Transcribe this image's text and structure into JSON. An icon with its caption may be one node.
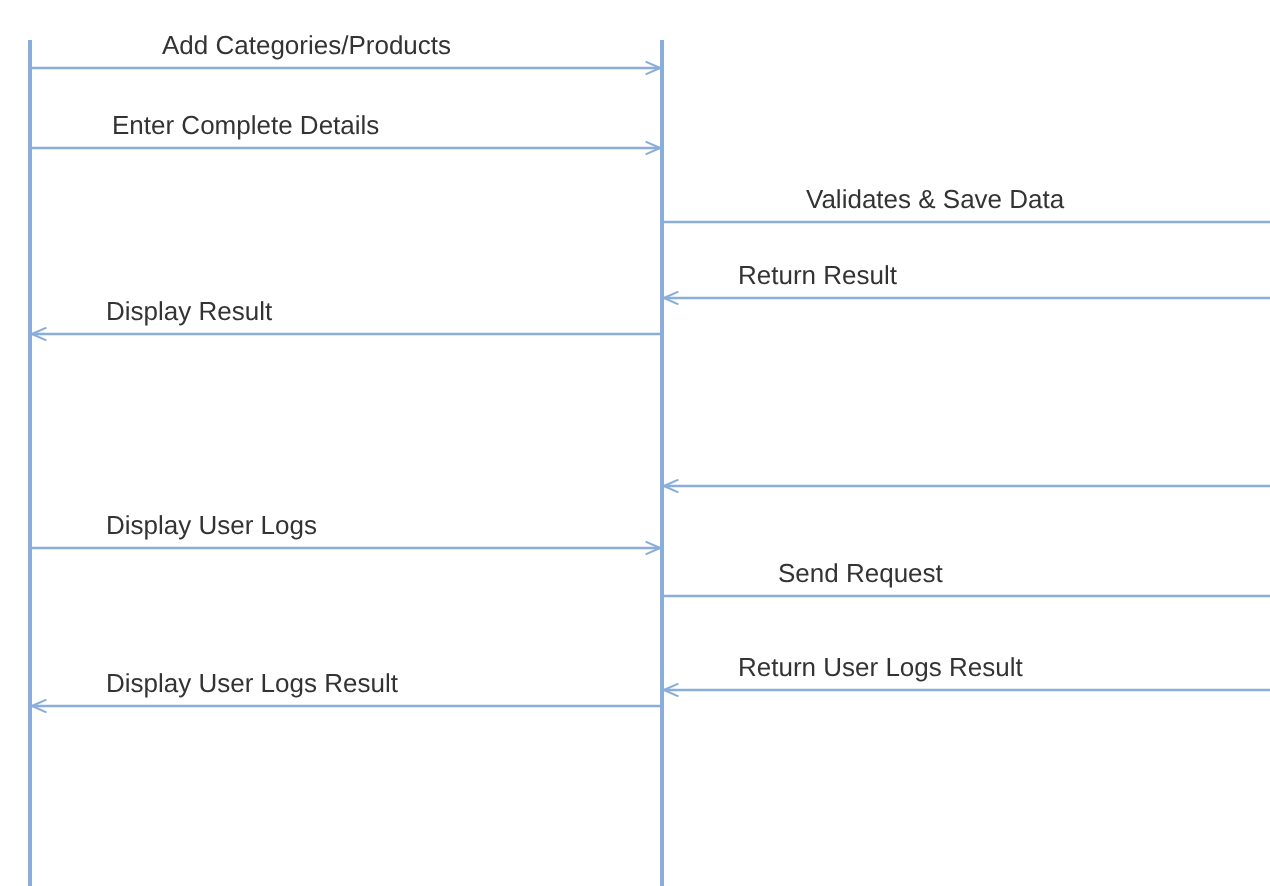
{
  "diagram": {
    "nodes": [
      {
        "text": [],
        "shape": "line"
      },
      {
        "text": [],
        "shape": "line"
      }
    ],
    "edges": [
      {
        "from": 0,
        "to": 1,
        "arrow": "to",
        "label": "Add Categories/Products"
      },
      {
        "from": 0,
        "to": 1,
        "arrow": "to",
        "label": "Enter Complete Details"
      },
      {
        "from": 1,
        "to": null,
        "arrow": "none",
        "label": "Validates & Save Data"
      },
      {
        "from": null,
        "to": 1,
        "arrow": "to",
        "label": "Return Result"
      },
      {
        "from": 1,
        "to": 0,
        "arrow": "to",
        "label": "Display Result"
      },
      {
        "from": null,
        "to": 1,
        "arrow": "to"
      },
      {
        "from": 0,
        "to": 1,
        "arrow": "to",
        "label": "Display User Logs"
      },
      {
        "from": 1,
        "to": null,
        "arrow": "none",
        "label": "Send Request"
      },
      {
        "from": null,
        "to": 1,
        "arrow": "to",
        "label": "Return User Logs Result"
      },
      {
        "from": 1,
        "to": 0,
        "arrow": "to",
        "label": "Display User Logs Result"
      }
    ]
  }
}
